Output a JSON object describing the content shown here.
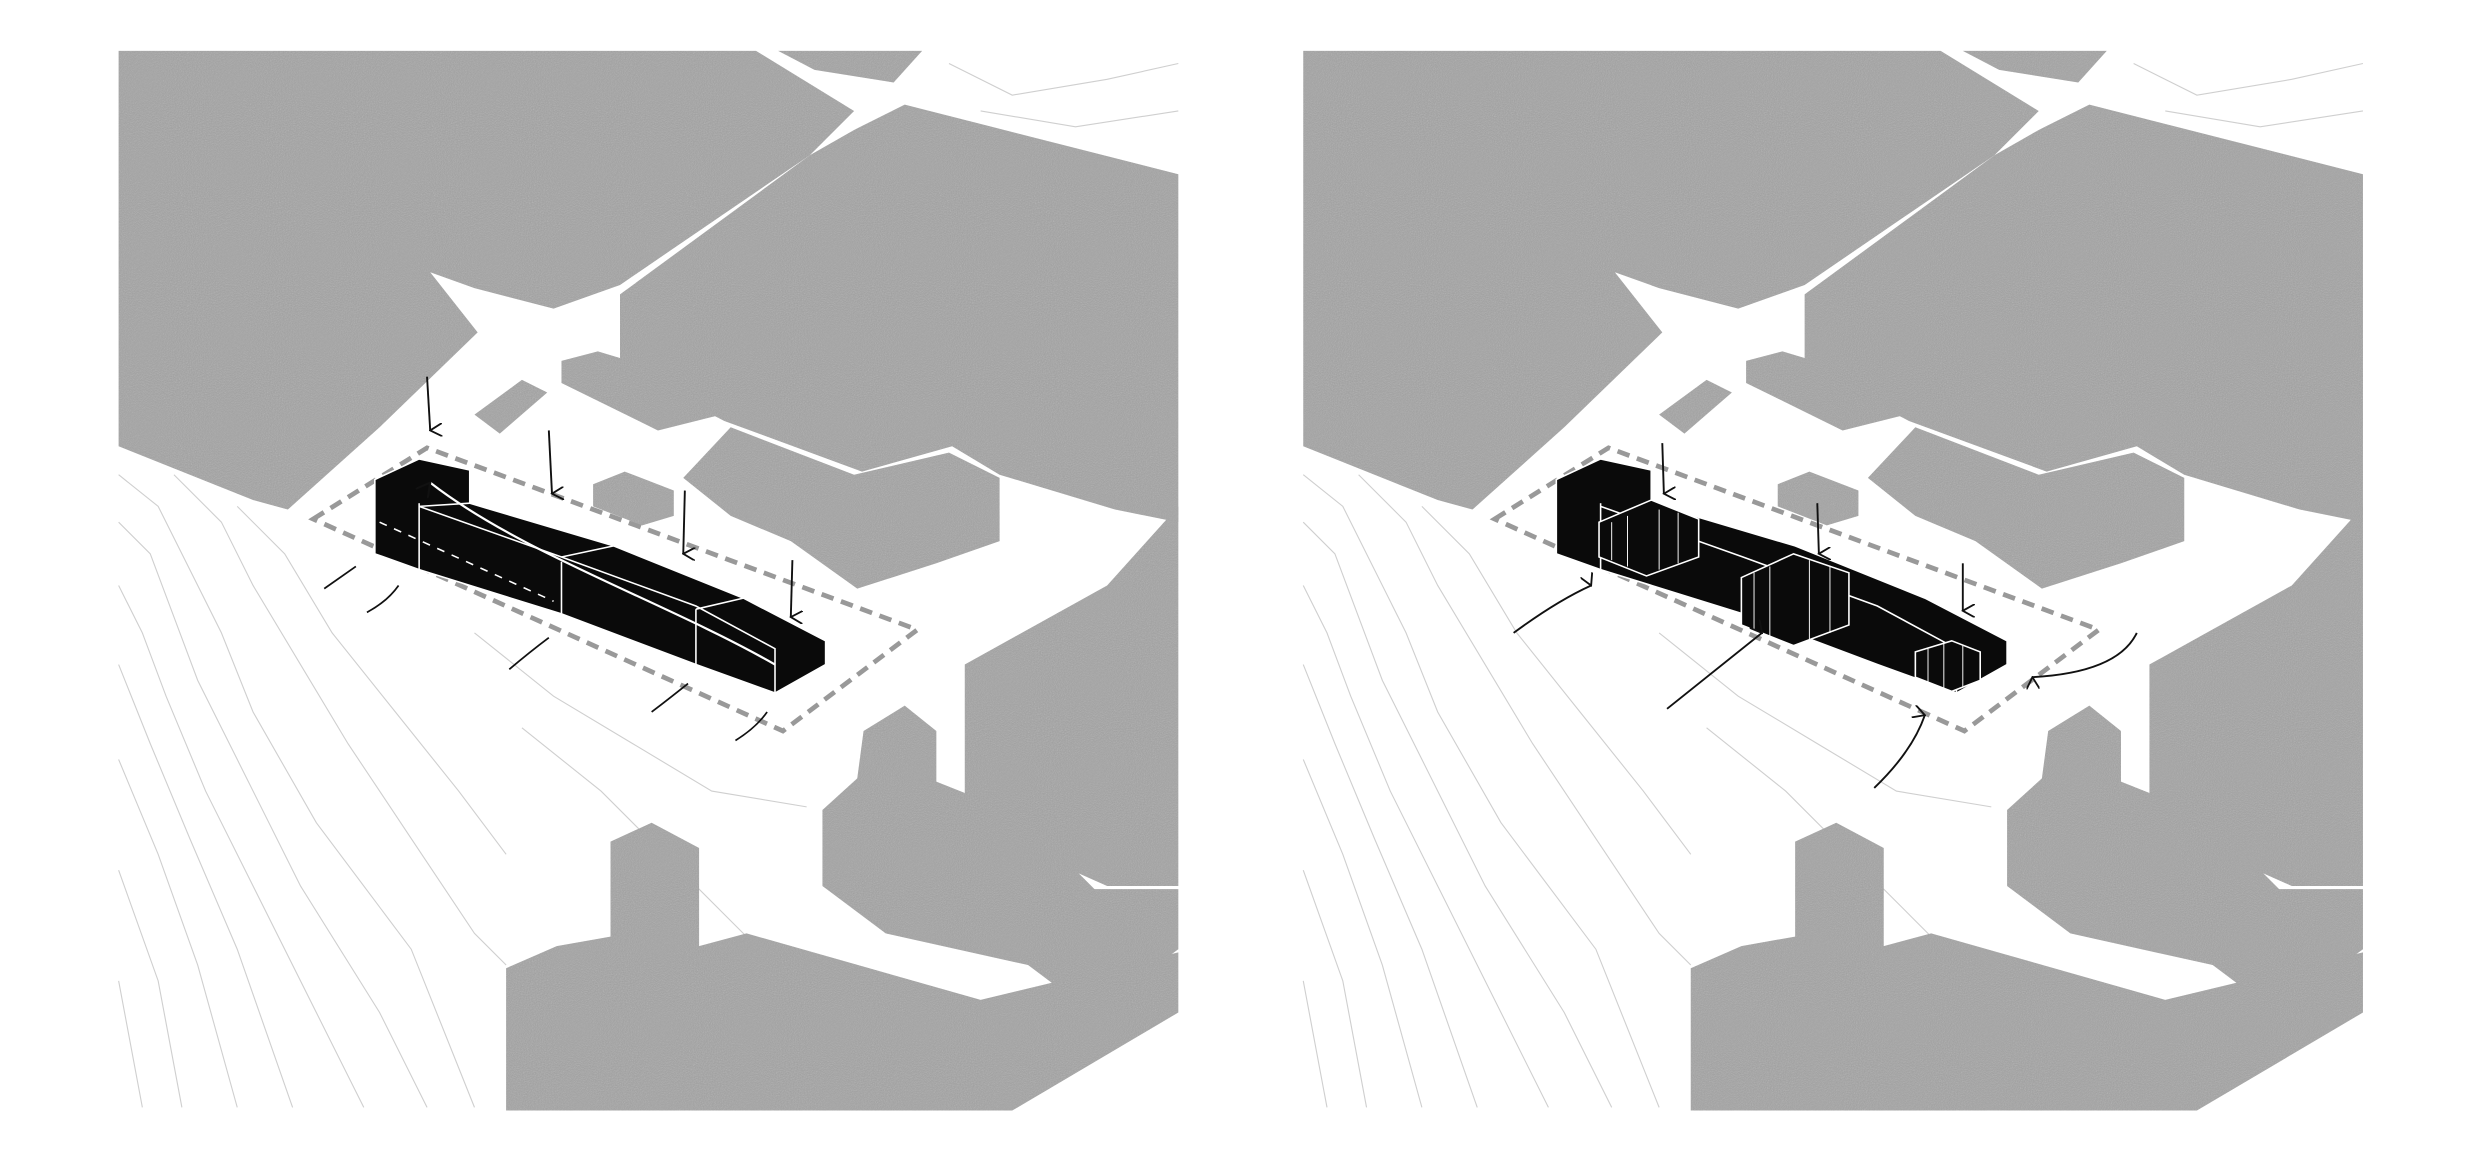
{
  "diagram": {
    "panels": [
      {
        "id": "left",
        "scheme": "massing-stepped-volume"
      },
      {
        "id": "right",
        "scheme": "massing-with-open-courts"
      }
    ],
    "colors": {
      "context_buildings": "#a3a3a3",
      "proposed_mass": "#0a0a0a",
      "site_boundary": "#9a9a9a",
      "contours": "#c8c8c8",
      "background": "#ffffff"
    }
  }
}
